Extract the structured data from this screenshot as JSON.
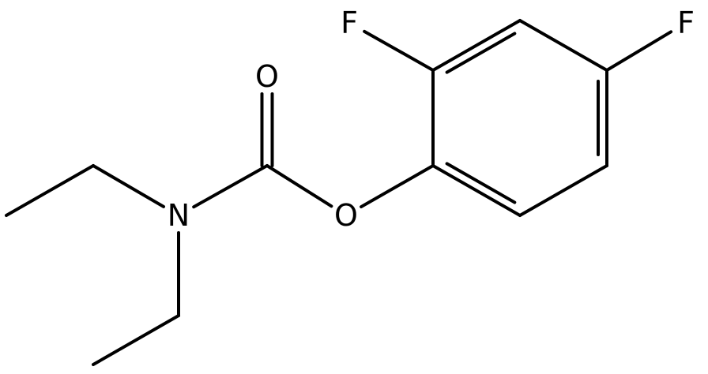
{
  "molecule": {
    "atoms": [
      {
        "id": "c_ring1",
        "element": "C"
      },
      {
        "id": "c_ring2",
        "element": "C"
      },
      {
        "id": "c_ring3",
        "element": "C"
      },
      {
        "id": "c_ring4",
        "element": "C"
      },
      {
        "id": "c_ring5",
        "element": "C"
      },
      {
        "id": "c_ring6",
        "element": "C"
      },
      {
        "id": "f_ortho",
        "element": "F",
        "label": "F"
      },
      {
        "id": "f_para",
        "element": "F",
        "label": "F"
      },
      {
        "id": "o_ester",
        "element": "O",
        "label": "O"
      },
      {
        "id": "c_carbonyl",
        "element": "C"
      },
      {
        "id": "o_carbonyl",
        "element": "O",
        "label": "O"
      },
      {
        "id": "n_amine",
        "element": "N",
        "label": "N"
      },
      {
        "id": "c_ethyl1_ch2",
        "element": "C"
      },
      {
        "id": "c_ethyl1_ch3",
        "element": "C"
      },
      {
        "id": "c_ethyl2_ch2",
        "element": "C"
      },
      {
        "id": "c_ethyl2_ch3",
        "element": "C"
      }
    ],
    "bonds": [
      {
        "id": "b1",
        "from": "c_ring1",
        "to": "c_ring2",
        "order": 1
      },
      {
        "id": "b2",
        "from": "c_ring2",
        "to": "c_ring3",
        "order": 2
      },
      {
        "id": "b3",
        "from": "c_ring3",
        "to": "c_ring4",
        "order": 1
      },
      {
        "id": "b4",
        "from": "c_ring4",
        "to": "c_ring5",
        "order": 2
      },
      {
        "id": "b5",
        "from": "c_ring5",
        "to": "c_ring6",
        "order": 1
      },
      {
        "id": "b6",
        "from": "c_ring6",
        "to": "c_ring1",
        "order": 2
      },
      {
        "id": "b7",
        "from": "c_ring2",
        "to": "f_ortho",
        "order": 1
      },
      {
        "id": "b8",
        "from": "c_ring4",
        "to": "f_para",
        "order": 1
      },
      {
        "id": "b9",
        "from": "c_ring1",
        "to": "o_ester",
        "order": 1
      },
      {
        "id": "b10",
        "from": "o_ester",
        "to": "c_carbonyl",
        "order": 1
      },
      {
        "id": "b11",
        "from": "c_carbonyl",
        "to": "o_carbonyl",
        "order": 2
      },
      {
        "id": "b12",
        "from": "c_carbonyl",
        "to": "n_amine",
        "order": 1
      },
      {
        "id": "b13",
        "from": "n_amine",
        "to": "c_ethyl1_ch2",
        "order": 1
      },
      {
        "id": "b14",
        "from": "c_ethyl1_ch2",
        "to": "c_ethyl1_ch3",
        "order": 1
      },
      {
        "id": "b15",
        "from": "n_amine",
        "to": "c_ethyl2_ch2",
        "order": 1
      },
      {
        "id": "b16",
        "from": "c_ethyl2_ch2",
        "to": "c_ethyl2_ch3",
        "order": 1
      }
    ]
  }
}
